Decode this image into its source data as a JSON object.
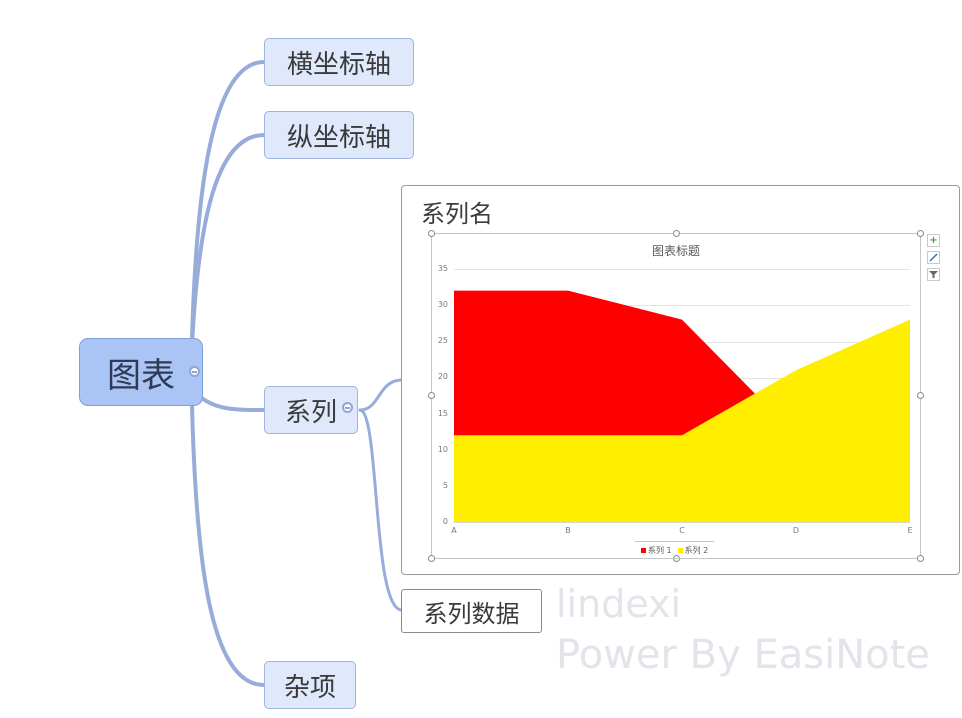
{
  "mindmap": {
    "root": {
      "label": "图表"
    },
    "branches": [
      {
        "id": "x-axis",
        "label": "横坐标轴"
      },
      {
        "id": "y-axis",
        "label": "纵坐标轴"
      },
      {
        "id": "series",
        "label": "系列",
        "children": [
          {
            "id": "series-name",
            "label": "系列名"
          },
          {
            "id": "series-data",
            "label": "系列数据"
          }
        ]
      },
      {
        "id": "misc",
        "label": "杂项"
      }
    ]
  },
  "chart_toolbar": {
    "add_element_icon": "plus-icon",
    "style_icon": "brush-icon",
    "filter_icon": "filter-icon"
  },
  "colors": {
    "series1": "#ff0000",
    "series2": "#ffee00",
    "node_fill": "#dfe9fb",
    "root_fill": "#a9c4f5",
    "link": "#97acd9"
  },
  "watermark": {
    "line1": "lindexi",
    "line2": "Power By EasiNote"
  },
  "chart_data": {
    "type": "area",
    "title": "图表标题",
    "categories": [
      "A",
      "B",
      "C",
      "D",
      "E"
    ],
    "series": [
      {
        "name": "系列 1",
        "color": "#ff0000",
        "values": [
          32,
          32,
          28,
          12,
          12
        ]
      },
      {
        "name": "系列 2",
        "color": "#ffee00",
        "values": [
          12,
          12,
          12,
          21,
          28
        ]
      }
    ],
    "yticks": [
      0,
      5,
      10,
      15,
      20,
      25,
      30,
      35
    ],
    "ylim": [
      0,
      35
    ],
    "xlabel": "",
    "ylabel": "",
    "grid": true,
    "legend_position": "bottom",
    "legend": [
      "系列 1",
      "系列 2"
    ]
  }
}
